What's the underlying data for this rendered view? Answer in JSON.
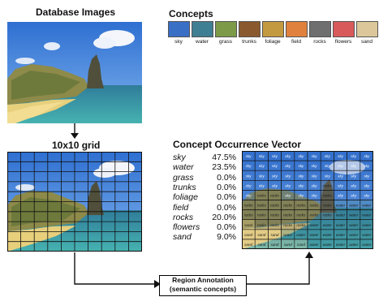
{
  "titles": {
    "database_images": "Database Images",
    "concepts": "Concepts",
    "grid": "10x10 grid",
    "vector": "Concept Occurrence Vector"
  },
  "concepts": [
    {
      "label": "sky",
      "color": "#3a6fc6"
    },
    {
      "label": "water",
      "color": "#3f7f93"
    },
    {
      "label": "grass",
      "color": "#7d9a48"
    },
    {
      "label": "trunks",
      "color": "#8a5a2e"
    },
    {
      "label": "foliage",
      "color": "#c39a3f"
    },
    {
      "label": "field",
      "color": "#e0823d"
    },
    {
      "label": "rocks",
      "color": "#6f6f6f"
    },
    {
      "label": "flowers",
      "color": "#d95a5a"
    },
    {
      "label": "sand",
      "color": "#dcc79a"
    }
  ],
  "vector": [
    {
      "name": "sky",
      "value": "47.5%"
    },
    {
      "name": "water",
      "value": "23.5%"
    },
    {
      "name": "grass",
      "value": "0.0%"
    },
    {
      "name": "trunks",
      "value": "0.0%"
    },
    {
      "name": "foliage",
      "value": "0.0%"
    },
    {
      "name": "field",
      "value": "0.0%"
    },
    {
      "name": "rocks",
      "value": "20.0%"
    },
    {
      "name": "flowers",
      "value": "0.0%"
    },
    {
      "name": "sand",
      "value": "9.0%"
    }
  ],
  "annotation": {
    "line1": "Region Annotation",
    "line2": "(semantic concepts)"
  },
  "cell_labels": [
    [
      "sky",
      "sky",
      "sky",
      "sky",
      "sky",
      "sky",
      "sky",
      "sky",
      "sky",
      "sky"
    ],
    [
      "sky",
      "sky",
      "sky",
      "sky",
      "sky",
      "sky",
      "sky",
      "sky",
      "sky",
      "sky"
    ],
    [
      "sky",
      "sky",
      "sky",
      "sky",
      "sky",
      "sky",
      "sky",
      "sky",
      "sky",
      "sky"
    ],
    [
      "sky",
      "sky",
      "sky",
      "sky",
      "sky",
      "sky",
      "rocks",
      "sky",
      "sky",
      "sky"
    ],
    [
      "sky",
      "rocks",
      "rocks",
      "sky",
      "sky",
      "sky",
      "rocks",
      "sky",
      "sky",
      "sky"
    ],
    [
      "rocks",
      "rocks",
      "rocks",
      "rocks",
      "rocks",
      "rocks",
      "rocks",
      "water",
      "water",
      "water"
    ],
    [
      "rocks",
      "rocks",
      "rocks",
      "rocks",
      "rocks",
      "rocks",
      "rocks",
      "water",
      "water",
      "water"
    ],
    [
      "sand",
      "rocks",
      "rocks",
      "rocks",
      "rocks",
      "water",
      "water",
      "water",
      "water",
      "water"
    ],
    [
      "sand",
      "sand",
      "sand",
      "water",
      "water",
      "water",
      "water",
      "water",
      "water",
      "water"
    ],
    [
      "sand",
      "sand",
      "sand",
      "sand",
      "sand",
      "water",
      "water",
      "water",
      "water",
      "water"
    ]
  ]
}
